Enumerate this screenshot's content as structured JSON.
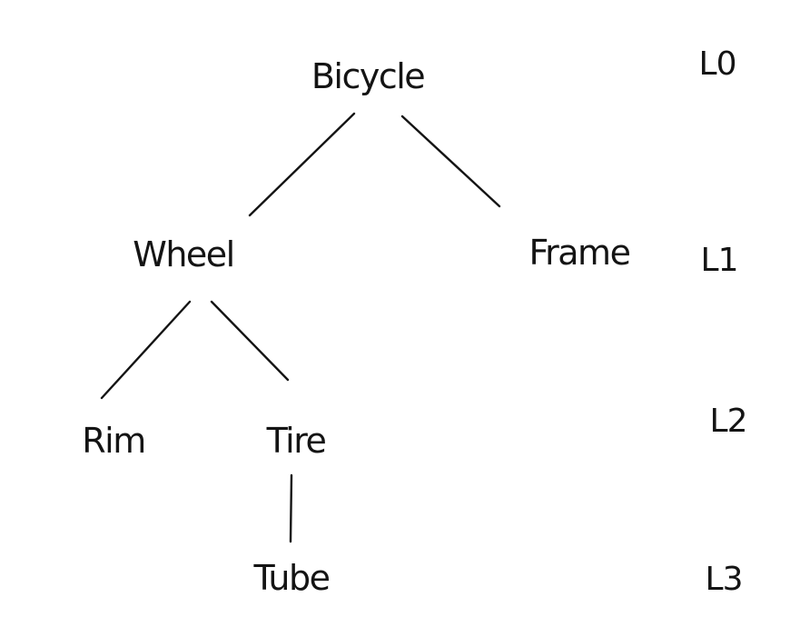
{
  "diagram": {
    "type": "tree",
    "description": "Hand-drawn component hierarchy of a bicycle with depth levels",
    "colors": {
      "ink": "#141414",
      "background": "#ffffff"
    },
    "nodes": [
      {
        "id": "bicycle",
        "label": "Bicycle",
        "level": 0
      },
      {
        "id": "wheel",
        "label": "Wheel",
        "level": 1
      },
      {
        "id": "frame",
        "label": "Frame",
        "level": 1
      },
      {
        "id": "rim",
        "label": "Rim",
        "level": 2
      },
      {
        "id": "tire",
        "label": "Tire",
        "level": 2
      },
      {
        "id": "tube",
        "label": "Tube",
        "level": 3
      }
    ],
    "edges": [
      {
        "from": "bicycle",
        "to": "wheel"
      },
      {
        "from": "bicycle",
        "to": "frame"
      },
      {
        "from": "wheel",
        "to": "rim"
      },
      {
        "from": "wheel",
        "to": "tire"
      },
      {
        "from": "tire",
        "to": "tube"
      }
    ],
    "level_labels": [
      {
        "id": "l0",
        "label": "L0"
      },
      {
        "id": "l1",
        "label": "L1"
      },
      {
        "id": "l2",
        "label": "L2"
      },
      {
        "id": "l3",
        "label": "L3"
      }
    ]
  }
}
